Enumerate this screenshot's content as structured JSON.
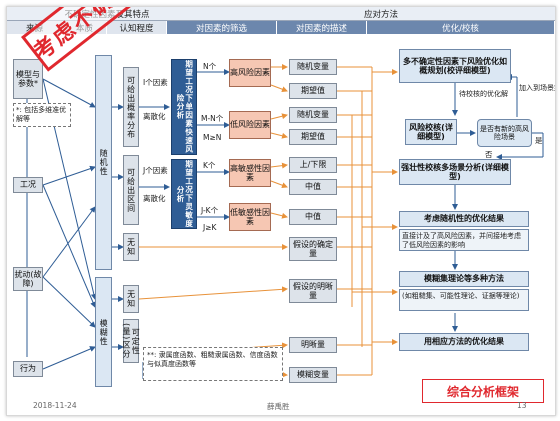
{
  "header": {
    "left_title": "不确定性因素及其特点",
    "right_title": "应对方法",
    "sub": [
      "来源",
      "本质",
      "认知程度",
      "对因素的筛选",
      "对因素的描述",
      "优化/校核"
    ]
  },
  "stamp": "考虑不确定性因素",
  "sources": {
    "model": "模型与参数*",
    "conditions": "工况",
    "disturbance": "扰动(故障)",
    "behavior": "行为"
  },
  "source_note": "*: 包括多维准优解等",
  "nature": {
    "random": "随机性",
    "fuzzy": "模糊性"
  },
  "cognition": {
    "prob": "可给出概率分布",
    "interval": "可给出区间",
    "unknown1": "无知",
    "unknown2": "无知",
    "fuzzy_def": "可定性(量)区分"
  },
  "factor_labels": {
    "i_factors": "I个因素",
    "discrete1": "离散化",
    "j_factors": "J个因素",
    "discrete2": "离散化"
  },
  "screening": {
    "risk_analysis": "期望工况下单因素快速风险分析",
    "sensitivity": "期望工况下灵敏度分析"
  },
  "counts": {
    "n": "N个",
    "mn": "M-N个",
    "m_ge_n": "M≥N",
    "k": "K个",
    "jk": "J-K个",
    "j_ge_k": "J≥K"
  },
  "factor_types": {
    "high_risk": "高风险因素",
    "low_risk": "低风险因素",
    "high_sens": "高敏感性因素",
    "low_sens": "低敏感性因素"
  },
  "descriptions": {
    "rand_var1": "随机变量",
    "expect1": "期望值",
    "rand_var2": "随机变量",
    "expect2": "期望值",
    "bounds": "上/下限",
    "mid1": "中值",
    "mid2": "中值",
    "assumed_det": "假设的确定量",
    "assumed_fuzzy": "假设的明晰量",
    "fuzzy_qty": "明晰量",
    "fuzzy_var": "模糊变量"
  },
  "fuzzy_note": "**: 隶属度函数、粗糙隶属函数、信度函数与似真度函数等",
  "optimization": {
    "main_box": "多不确定性因素下风险优化如概规划(校评细模型)",
    "pending": "待校核的优化解",
    "add_to": "加入到场景集",
    "risk_check": "风险校核(详细模型)",
    "new_scenario": "是否有新的高风险场景",
    "yes": "是",
    "no": "否",
    "robust": "强壮性校核多场景分析(详细模型)",
    "random_opt": "考虑随机性的优化结果",
    "random_opt_desc": "直接计及了高风险因素，并间接地考虑了低风险因素的影响",
    "fuzzy_methods": "模糊集理论等多种方法",
    "fuzzy_methods_desc": "(如粗糙集、可能性理论、证据等理论)",
    "fuzzy_result": "用相应方法的优化结果"
  },
  "framework_label": "综合分析框架",
  "footer": {
    "date": "2018-11-24",
    "author": "薛禹胜",
    "page": "13"
  },
  "colors": {
    "dark_blue": "#2f5d95",
    "orange": "#e8923a",
    "stamp_red": "#e0282e",
    "pink": "#f6c7b3"
  }
}
